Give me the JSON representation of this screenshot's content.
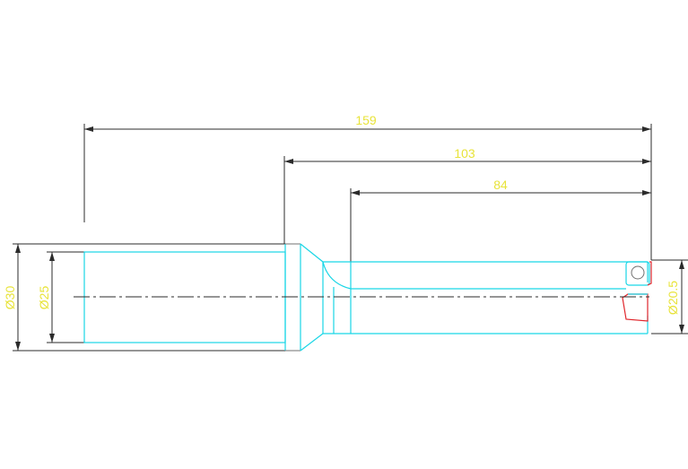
{
  "drawing": {
    "dimensions": {
      "overall_length": "159",
      "body_length": "103",
      "flute_length": "84",
      "shank_diameter": "Ø30",
      "shank_inner_diameter": "Ø25",
      "tip_diameter": "Ø20.5"
    }
  }
}
